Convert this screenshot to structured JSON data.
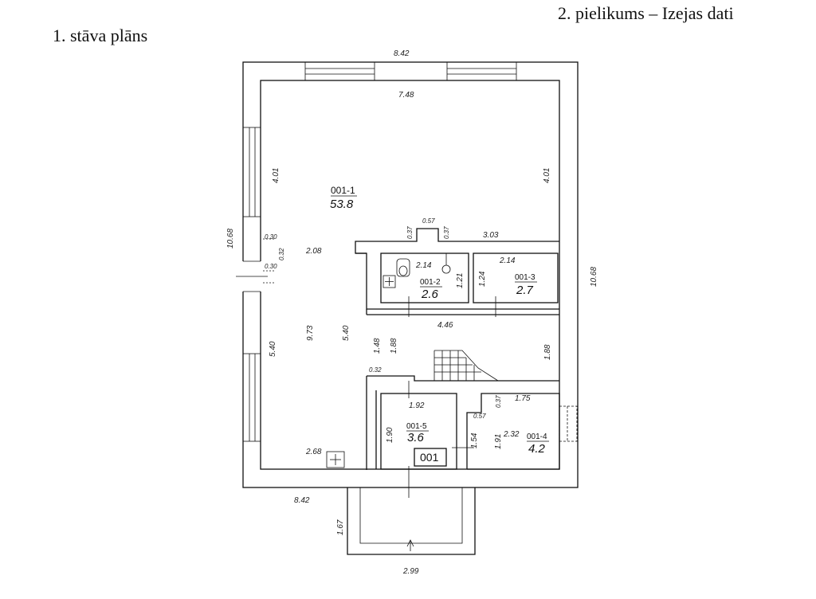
{
  "header": {
    "annex_title": "2. pielikums – Izejas dati",
    "floor_title": "1. stāva plāns"
  },
  "rooms": {
    "r1": {
      "id": "001-1",
      "area": "53.8"
    },
    "r2": {
      "id": "001-2",
      "area": "2.6"
    },
    "r3": {
      "id": "001-3",
      "area": "2.7"
    },
    "r4": {
      "id": "001-4",
      "area": "4.2"
    },
    "r5": {
      "id": "001-5",
      "area": "3.6"
    }
  },
  "unit_tag": "001",
  "dims": {
    "top_outer": "8.42",
    "top_inner": "7.48",
    "left_outer": "10.68",
    "right_outer": "10.68",
    "left_upper": "4.01",
    "right_upper": "4.01",
    "door_a": "0.30",
    "door_b": "0.32",
    "door_c": "0.30",
    "left_lower": "5.40",
    "hall_w": "2.08",
    "hall_len": "9.73",
    "hall_r": "5.40",
    "niche_w": "0.57",
    "niche_l": "0.37",
    "niche_r": "0.37",
    "wall_303": "3.03",
    "r2_w": "2.14",
    "r2_h": "1.21",
    "r3_w": "2.14",
    "r3_h": "1.24",
    "corr_w": "4.46",
    "corr_148": "1.48",
    "corr_188": "1.88",
    "corr_188r": "1.88",
    "small_032": "0.32",
    "r5_w": "1.92",
    "r5_h": "1.90",
    "r4_037": "0.37",
    "r4_175": "1.75",
    "r4_057": "0.57",
    "r4_154": "1.54",
    "r4_191": "1.91",
    "r4_232": "2.32",
    "hall_268": "2.68",
    "bottom_outer": "8.42",
    "porch_h": "1.67",
    "porch_w": "2.99"
  }
}
